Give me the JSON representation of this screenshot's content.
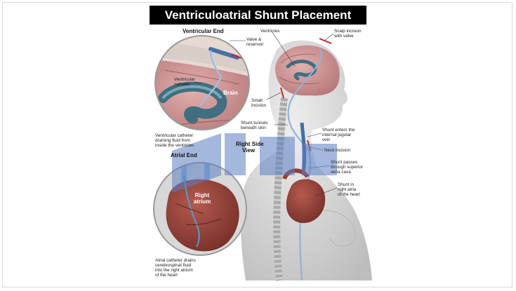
{
  "title": "Ventriculoatrial Shunt Placement",
  "headers": {
    "ventricular_end": "Ventricular End",
    "atrial_end": "Atrial End",
    "right_side_view_1": "Right Side",
    "right_side_view_2": "View"
  },
  "inset_labels": {
    "brain": "Brain",
    "right_atrium_1": "Right",
    "right_atrium_2": "atrium"
  },
  "callouts": {
    "valve_1": "Valve &",
    "valve_2": "reservoir",
    "vent_catheter_1": "Ventricular",
    "vent_catheter_2": "catheter",
    "draining_1": "Ventricular catheter",
    "draining_2": "draining fluid from",
    "draining_3": "inside the ventricles",
    "ventricles": "Ventricles",
    "scalp_1": "Scalp incision",
    "scalp_2": "with valve",
    "small_1": "Small",
    "small_2": "incision",
    "tunnels_1": "Shunt tunnels",
    "tunnels_2": "beneath skin",
    "enters_1": "Shunt enters the",
    "enters_2": "internal jugular",
    "enters_3": "vein",
    "neck": "Neck incision",
    "passes_1": "Shunt passes",
    "passes_2": "through superior",
    "passes_3": "vena cava",
    "inatria_1": "Shunt in",
    "inatria_2": "right atria",
    "inatria_3": "of the heart",
    "atrial_drains_1": "Atrial catheter drains",
    "atrial_drains_2": "cerebrospinal fluid",
    "atrial_drains_3": "into the right atrium",
    "atrial_drains_4": "of the heart"
  },
  "colors": {
    "title_bg": "#000000",
    "brain": "#c98a8a",
    "ventricle": "#3f6f80",
    "heart": "#8e3b32",
    "skin": "#d9d9d9",
    "catheter": "#8fb3d9",
    "watermark": "#5b7fc4"
  }
}
